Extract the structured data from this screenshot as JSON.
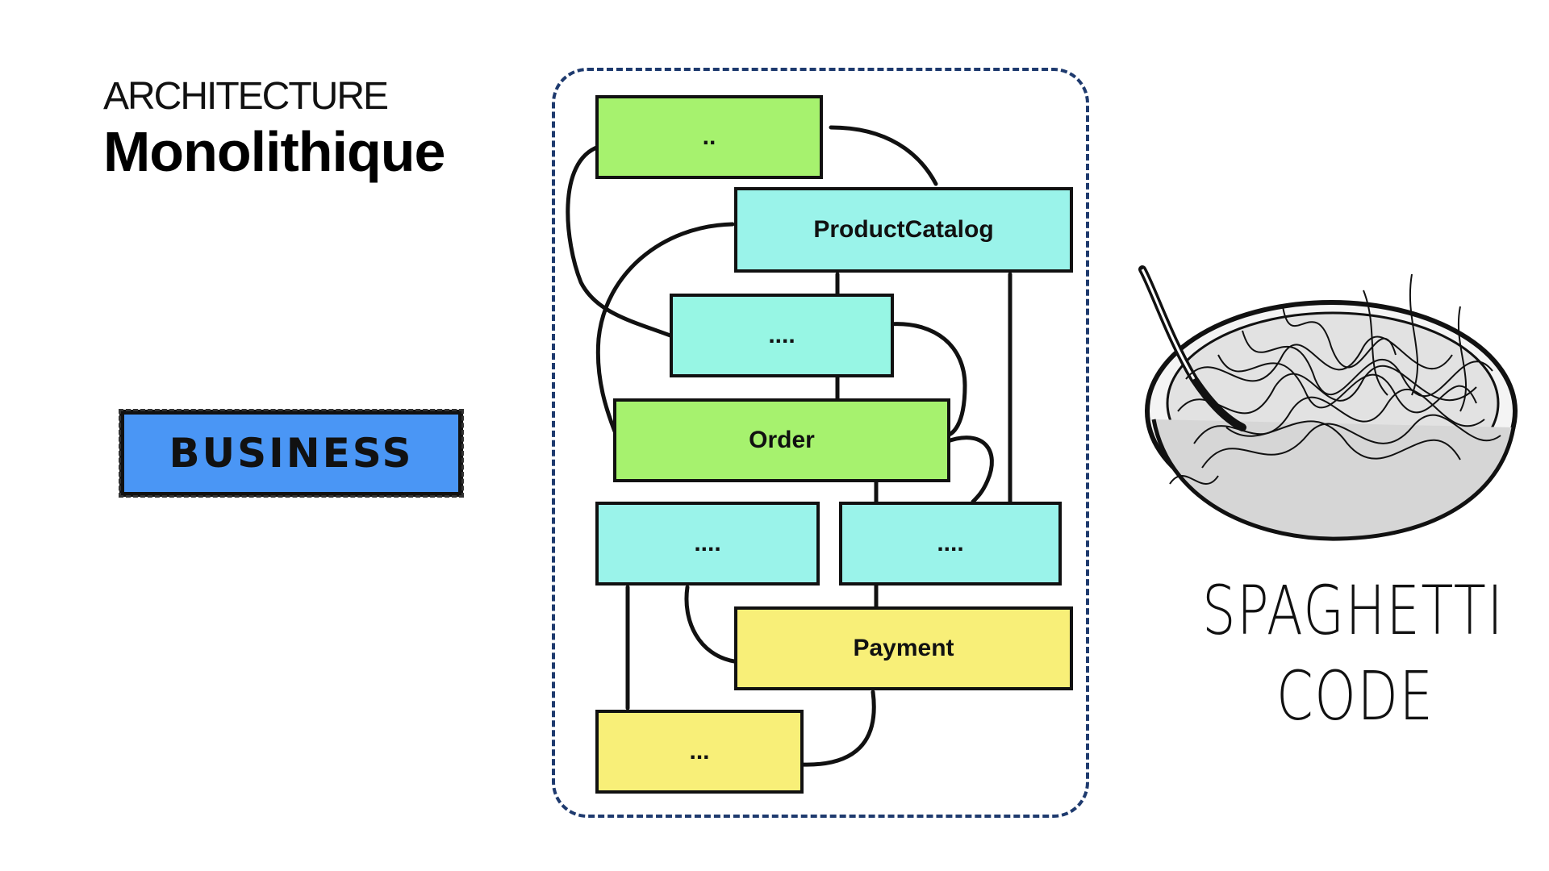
{
  "header": {
    "subtitle": "ARCHITECTURE",
    "title": "Monolithique"
  },
  "badge": {
    "label": "BUSINESS",
    "color": "#4a96f5"
  },
  "diagram": {
    "boxes": [
      {
        "id": "top",
        "label": "..",
        "color": "#a6f26e"
      },
      {
        "id": "product-catalog",
        "label": "ProductCatalog",
        "color": "#9af3ea"
      },
      {
        "id": "middle",
        "label": "....",
        "color": "#97f6e4"
      },
      {
        "id": "order",
        "label": "Order",
        "color": "#a6f26e"
      },
      {
        "id": "left-service",
        "label": "....",
        "color": "#9af3ea"
      },
      {
        "id": "right-service",
        "label": "....",
        "color": "#9af3ea"
      },
      {
        "id": "payment",
        "label": "Payment",
        "color": "#f8ef78"
      },
      {
        "id": "bottom",
        "label": "...",
        "color": "#f8ef78"
      }
    ]
  },
  "illustration": {
    "line1": "SPAGHETTI",
    "line2": "CODE"
  }
}
